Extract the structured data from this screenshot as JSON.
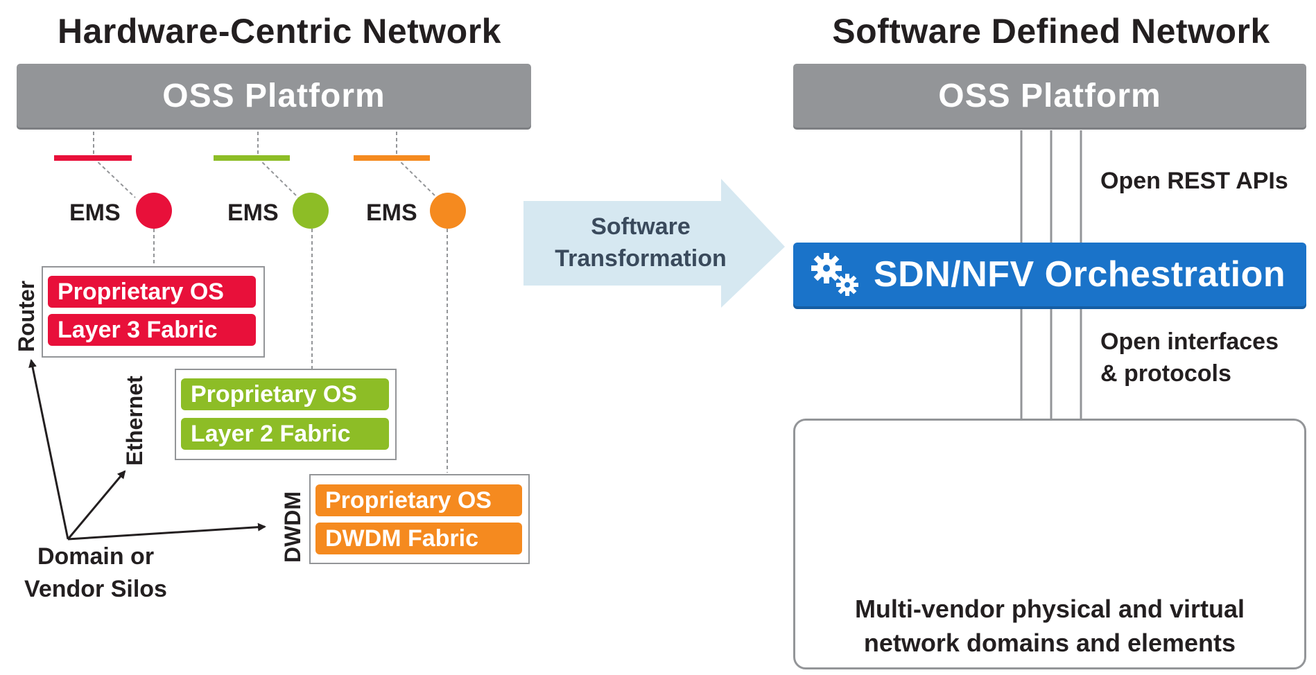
{
  "left": {
    "title": "Hardware-Centric Network",
    "oss_label": "OSS Platform",
    "ems": [
      {
        "label": "EMS",
        "color": "#e8103a"
      },
      {
        "label": "EMS",
        "color": "#8dbd26"
      },
      {
        "label": "EMS",
        "color": "#f58a1f"
      }
    ],
    "router": {
      "axis_label": "Router",
      "os_label": "Proprietary OS",
      "fabric_label": "Layer 3 Fabric",
      "color": "#e8103a"
    },
    "ethernet": {
      "axis_label": "Ethernet",
      "os_label": "Proprietary OS",
      "fabric_label": "Layer 2 Fabric",
      "color": "#8dbd26"
    },
    "dwdm": {
      "axis_label": "DWDM",
      "os_label": "Proprietary OS",
      "fabric_label": "DWDM Fabric",
      "color": "#f58a1f"
    },
    "silos_line1": "Domain or",
    "silos_line2": "Vendor Silos"
  },
  "transform": {
    "line1": "Software",
    "line2": "Transformation",
    "color": "#d6e8f1"
  },
  "right": {
    "title": "Software Defined Network",
    "oss_label": "OSS Platform",
    "rest_label": "Open REST APIs",
    "orchestration_label": "SDN/NFV Orchestration",
    "orchestration_color": "#1a73c9",
    "gear_icon": "gears-icon",
    "interfaces_line1": "Open interfaces",
    "interfaces_line2": "& protocols",
    "caption_line1": "Multi-vendor physical and virtual",
    "caption_line2": "network domains and elements",
    "element_colors": {
      "yellow": "#fdd22e",
      "light": "#d9d9db",
      "dark": "#58595b",
      "cloud": "#c5d8e8"
    }
  }
}
